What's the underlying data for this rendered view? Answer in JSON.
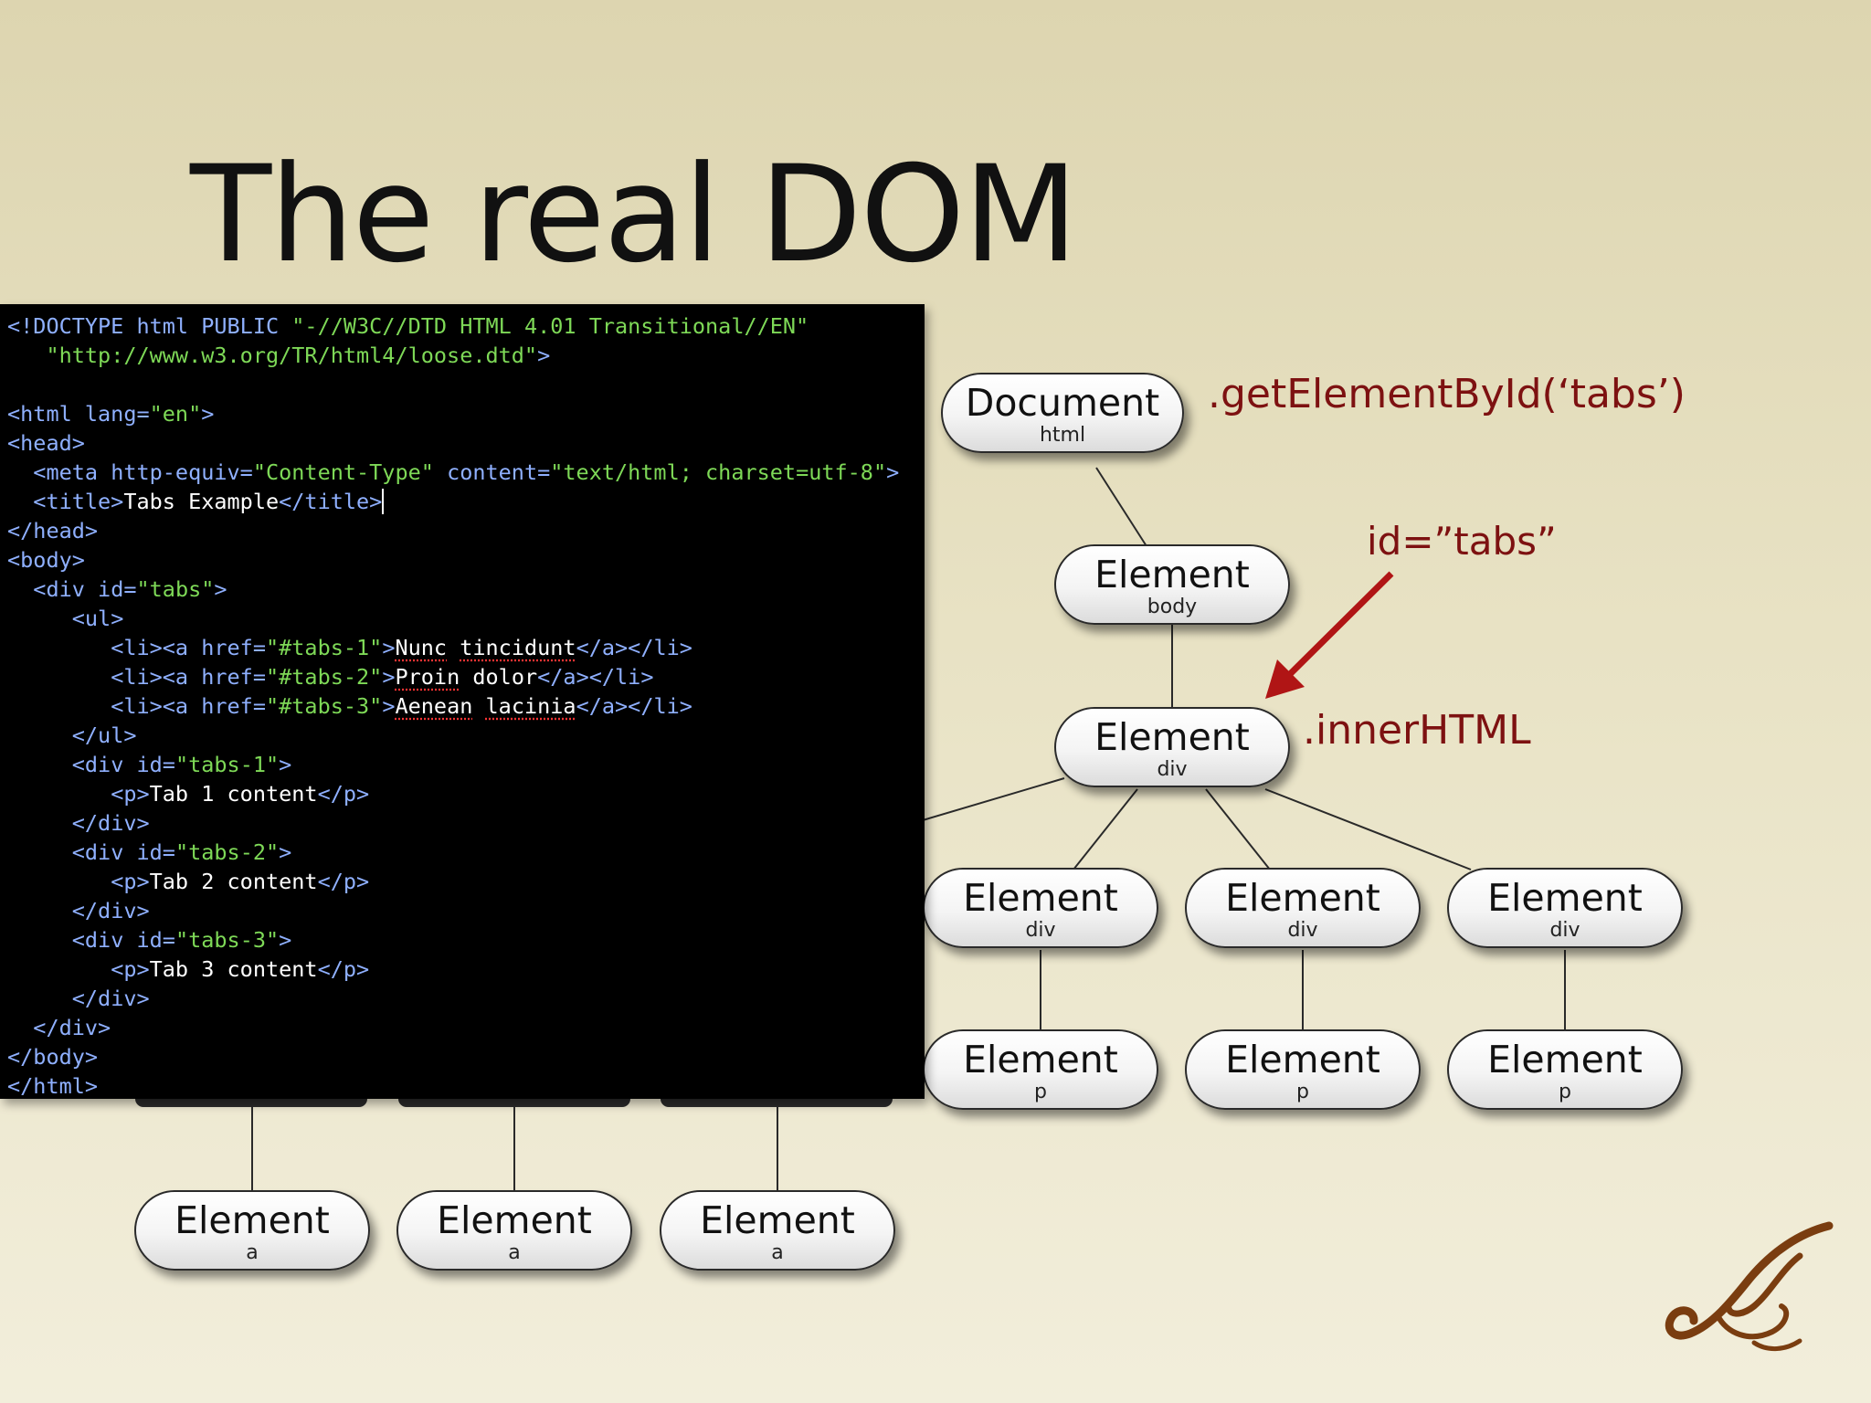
{
  "slide": {
    "title": "The real DOM"
  },
  "tree": {
    "nodes": {
      "document": {
        "type": "Document",
        "tag": "html"
      },
      "body": {
        "type": "Element",
        "tag": "body"
      },
      "div_tabs": {
        "type": "Element",
        "tag": "div"
      },
      "div1": {
        "type": "Element",
        "tag": "div"
      },
      "div2": {
        "type": "Element",
        "tag": "div"
      },
      "div3": {
        "type": "Element",
        "tag": "div"
      },
      "p1": {
        "type": "Element",
        "tag": "p"
      },
      "p2": {
        "type": "Element",
        "tag": "p"
      },
      "p3": {
        "type": "Element",
        "tag": "p"
      },
      "a1": {
        "type": "Element",
        "tag": "a"
      },
      "a2": {
        "type": "Element",
        "tag": "a"
      },
      "a3": {
        "type": "Element",
        "tag": "a"
      }
    }
  },
  "annotations": {
    "get_element": ".getElementById(‘tabs’)",
    "id_label": "id=”tabs”",
    "inner_html": ".innerHTML"
  },
  "code": {
    "doctype_kw": "<!DOCTYPE html PUBLIC",
    "doctype_str": "\"-//W3C//DTD HTML 4.01 Transitional//EN\"",
    "dtd_url": "\"http://www.w3.org/TR/html4/loose.dtd\"",
    "page_title": "Tabs Example",
    "meta_content_type": "\"Content-Type\"",
    "meta_content": "\"text/html; charset=utf-8\"",
    "html_lang": "\"en\"",
    "tabs_id": "\"tabs\"",
    "links": [
      {
        "href": "\"#tabs-1\"",
        "w1": "Nunc",
        "w2": "tincidunt"
      },
      {
        "href": "\"#tabs-2\"",
        "w1": "Proin",
        "w2": "dolor"
      },
      {
        "href": "\"#tabs-3\"",
        "w1": "Aenean",
        "w2": "lacinia"
      }
    ],
    "panels": [
      {
        "id": "\"tabs-1\"",
        "content": "Tab 1 content"
      },
      {
        "id": "\"tabs-2\"",
        "content": "Tab 2 content"
      },
      {
        "id": "\"tabs-3\"",
        "content": "Tab 3 content"
      }
    ]
  },
  "colors": {
    "annotation": "#7d1111",
    "arrow": "#b01515",
    "code_bg": "#000000",
    "code_tag": "#8fb0ff",
    "code_string": "#7ed957",
    "logo": "#7a3d10"
  }
}
